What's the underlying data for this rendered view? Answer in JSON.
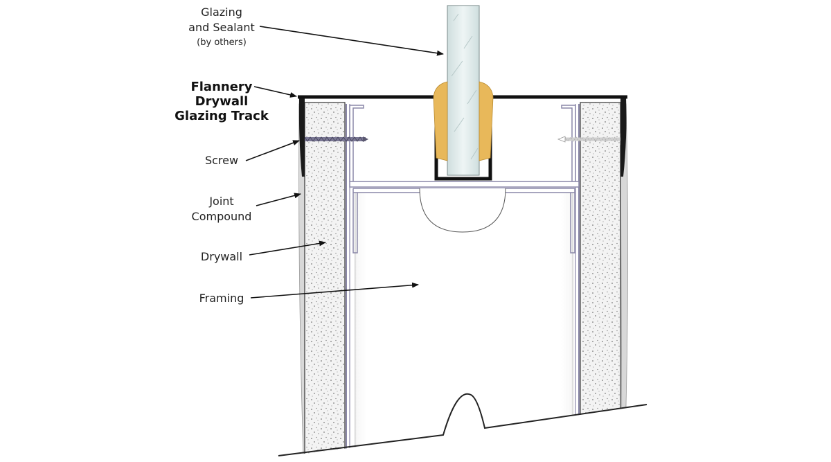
{
  "labels": {
    "glazing": {
      "line1": "Glazing",
      "line2": "and Sealant",
      "line3": "(by others)"
    },
    "track": {
      "line1": "Flannery",
      "line2": "Drywall",
      "line3": "Glazing Track"
    },
    "screw": "Screw",
    "joint": {
      "line1": "Joint",
      "line2": "Compound"
    },
    "drywall": "Drywall",
    "framing": "Framing"
  },
  "colors": {
    "track": "#111111",
    "drywall_fill": "#f2f2f2",
    "drywall_speckle": "#555555",
    "sealant": "#e8b85a",
    "glass": "#dfeaea",
    "stud_line": "#8a87a8",
    "arrow": "#111111"
  }
}
